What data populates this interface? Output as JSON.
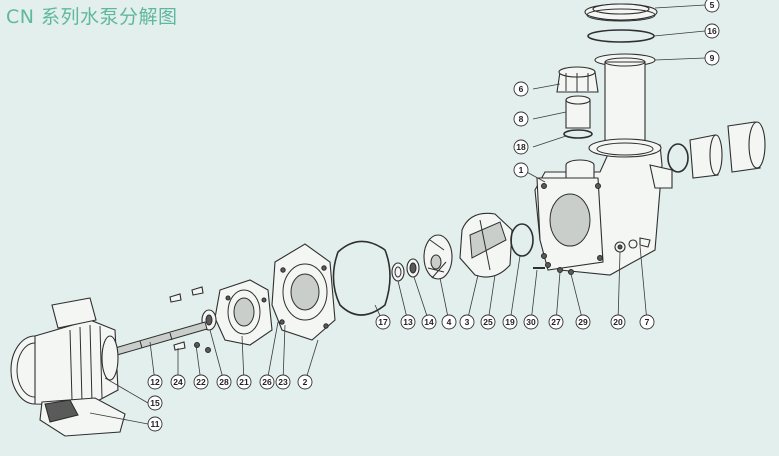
{
  "title": "CN 系列水泵分解图",
  "colors": {
    "background": "#e2efec",
    "title": "#5fb79f"
  },
  "callouts": [
    {
      "id": "c5",
      "label": "5"
    },
    {
      "id": "c16",
      "label": "16"
    },
    {
      "id": "c9",
      "label": "9"
    },
    {
      "id": "c6",
      "label": "6"
    },
    {
      "id": "c8",
      "label": "8"
    },
    {
      "id": "c18",
      "label": "18"
    },
    {
      "id": "c1",
      "label": "1"
    },
    {
      "id": "c12",
      "label": "12"
    },
    {
      "id": "c24",
      "label": "24"
    },
    {
      "id": "c22",
      "label": "22"
    },
    {
      "id": "c28",
      "label": "28"
    },
    {
      "id": "c21",
      "label": "21"
    },
    {
      "id": "c26",
      "label": "26"
    },
    {
      "id": "c23",
      "label": "23"
    },
    {
      "id": "c2",
      "label": "2"
    },
    {
      "id": "c17",
      "label": "17"
    },
    {
      "id": "c13",
      "label": "13"
    },
    {
      "id": "c14",
      "label": "14"
    },
    {
      "id": "c4",
      "label": "4"
    },
    {
      "id": "c3",
      "label": "3"
    },
    {
      "id": "c25",
      "label": "25"
    },
    {
      "id": "c19",
      "label": "19"
    },
    {
      "id": "c30",
      "label": "30"
    },
    {
      "id": "c27",
      "label": "27"
    },
    {
      "id": "c29",
      "label": "29"
    },
    {
      "id": "c20",
      "label": "20"
    },
    {
      "id": "c7",
      "label": "7"
    },
    {
      "id": "c15",
      "label": "15"
    },
    {
      "id": "c11",
      "label": "11"
    }
  ]
}
